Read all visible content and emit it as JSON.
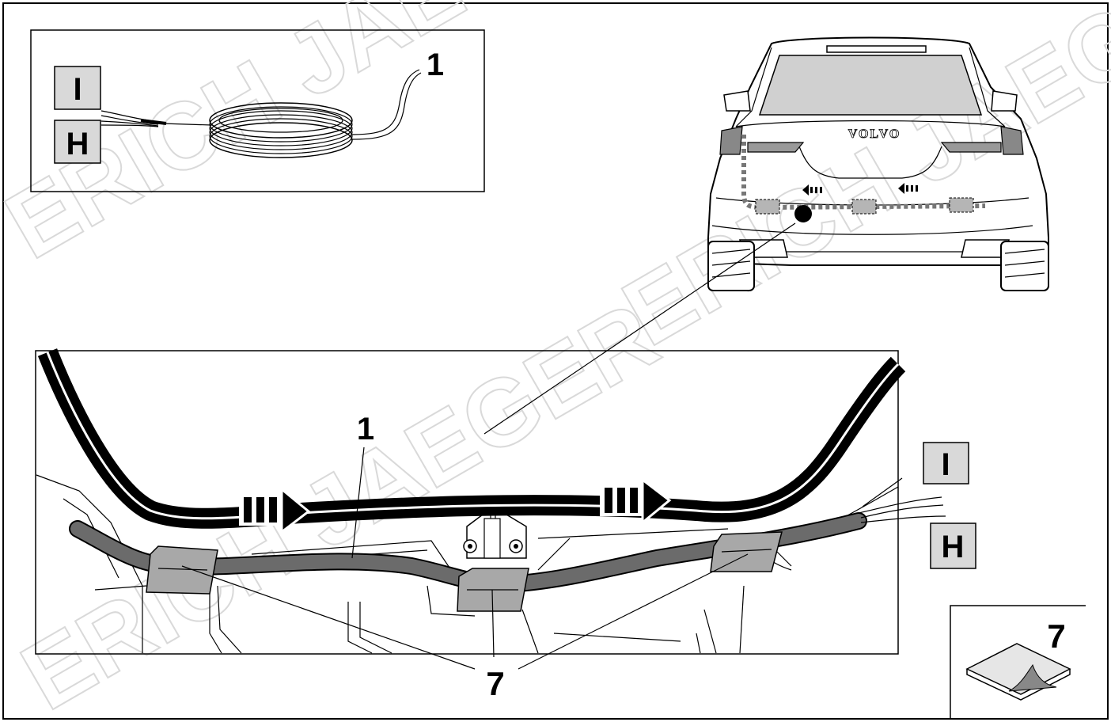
{
  "watermark": {
    "line1": "ERICH JAEGER",
    "line2": "ERICH JAEGER",
    "line3": "ERICH JAEGER"
  },
  "inset_cable": {
    "box_label_top": "I",
    "box_label_bottom": "H",
    "part_number": "1"
  },
  "car_rear": {
    "brand_text": "VOLVO"
  },
  "detail": {
    "part_number_cable": "1",
    "part_number_tape": "7",
    "box_label_top": "I",
    "box_label_bottom": "H"
  },
  "tape_inset": {
    "part_number": "7"
  },
  "colors": {
    "outline": "#000000",
    "harness": "#6b6b6b",
    "tape": "#a8a8a8",
    "label_box": "#d9d9d9",
    "watermark": "#d9d9d9",
    "background": "#ffffff"
  }
}
